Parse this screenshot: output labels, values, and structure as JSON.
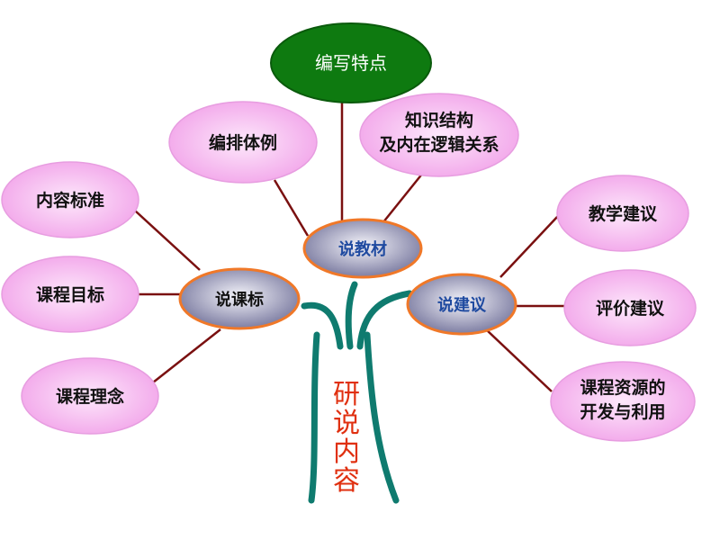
{
  "trunk": {
    "label": [
      "研",
      "说",
      "内",
      "容"
    ]
  },
  "top": {
    "label": "编写特点"
  },
  "hubs": {
    "jiaocai": {
      "label": "说教材"
    },
    "kebiao": {
      "label": "说课标"
    },
    "jianyi": {
      "label": "说建议"
    }
  },
  "leaves": {
    "bianpai": {
      "lines": [
        "编排体例"
      ]
    },
    "zhishi": {
      "lines": [
        "知识结构",
        "及内在逻辑关系"
      ]
    },
    "neirong": {
      "lines": [
        "内容标准"
      ]
    },
    "mubiao": {
      "lines": [
        "课程目标"
      ]
    },
    "linian": {
      "lines": [
        "课程理念"
      ]
    },
    "jiaoxue": {
      "lines": [
        "教学建议"
      ]
    },
    "pingjia": {
      "lines": [
        "评价建议"
      ]
    },
    "ziyuan": {
      "lines": [
        "课程资源的",
        "开发与利用"
      ]
    }
  },
  "colors": {
    "connector": "#7a1010",
    "trunk": "#0f7b6f",
    "leaf_fill": "#f6b3f0",
    "leaf_fill_light": "#fde8fb",
    "hub_fill": "#8f8fb0",
    "hub_fill_light": "#f2f2f8",
    "hub_stroke": "#f07828",
    "hub_text": "#1f4aa0",
    "top_fill": "#0e7a10",
    "top_text": "#ffffff",
    "trunk_text": "#e03010"
  }
}
